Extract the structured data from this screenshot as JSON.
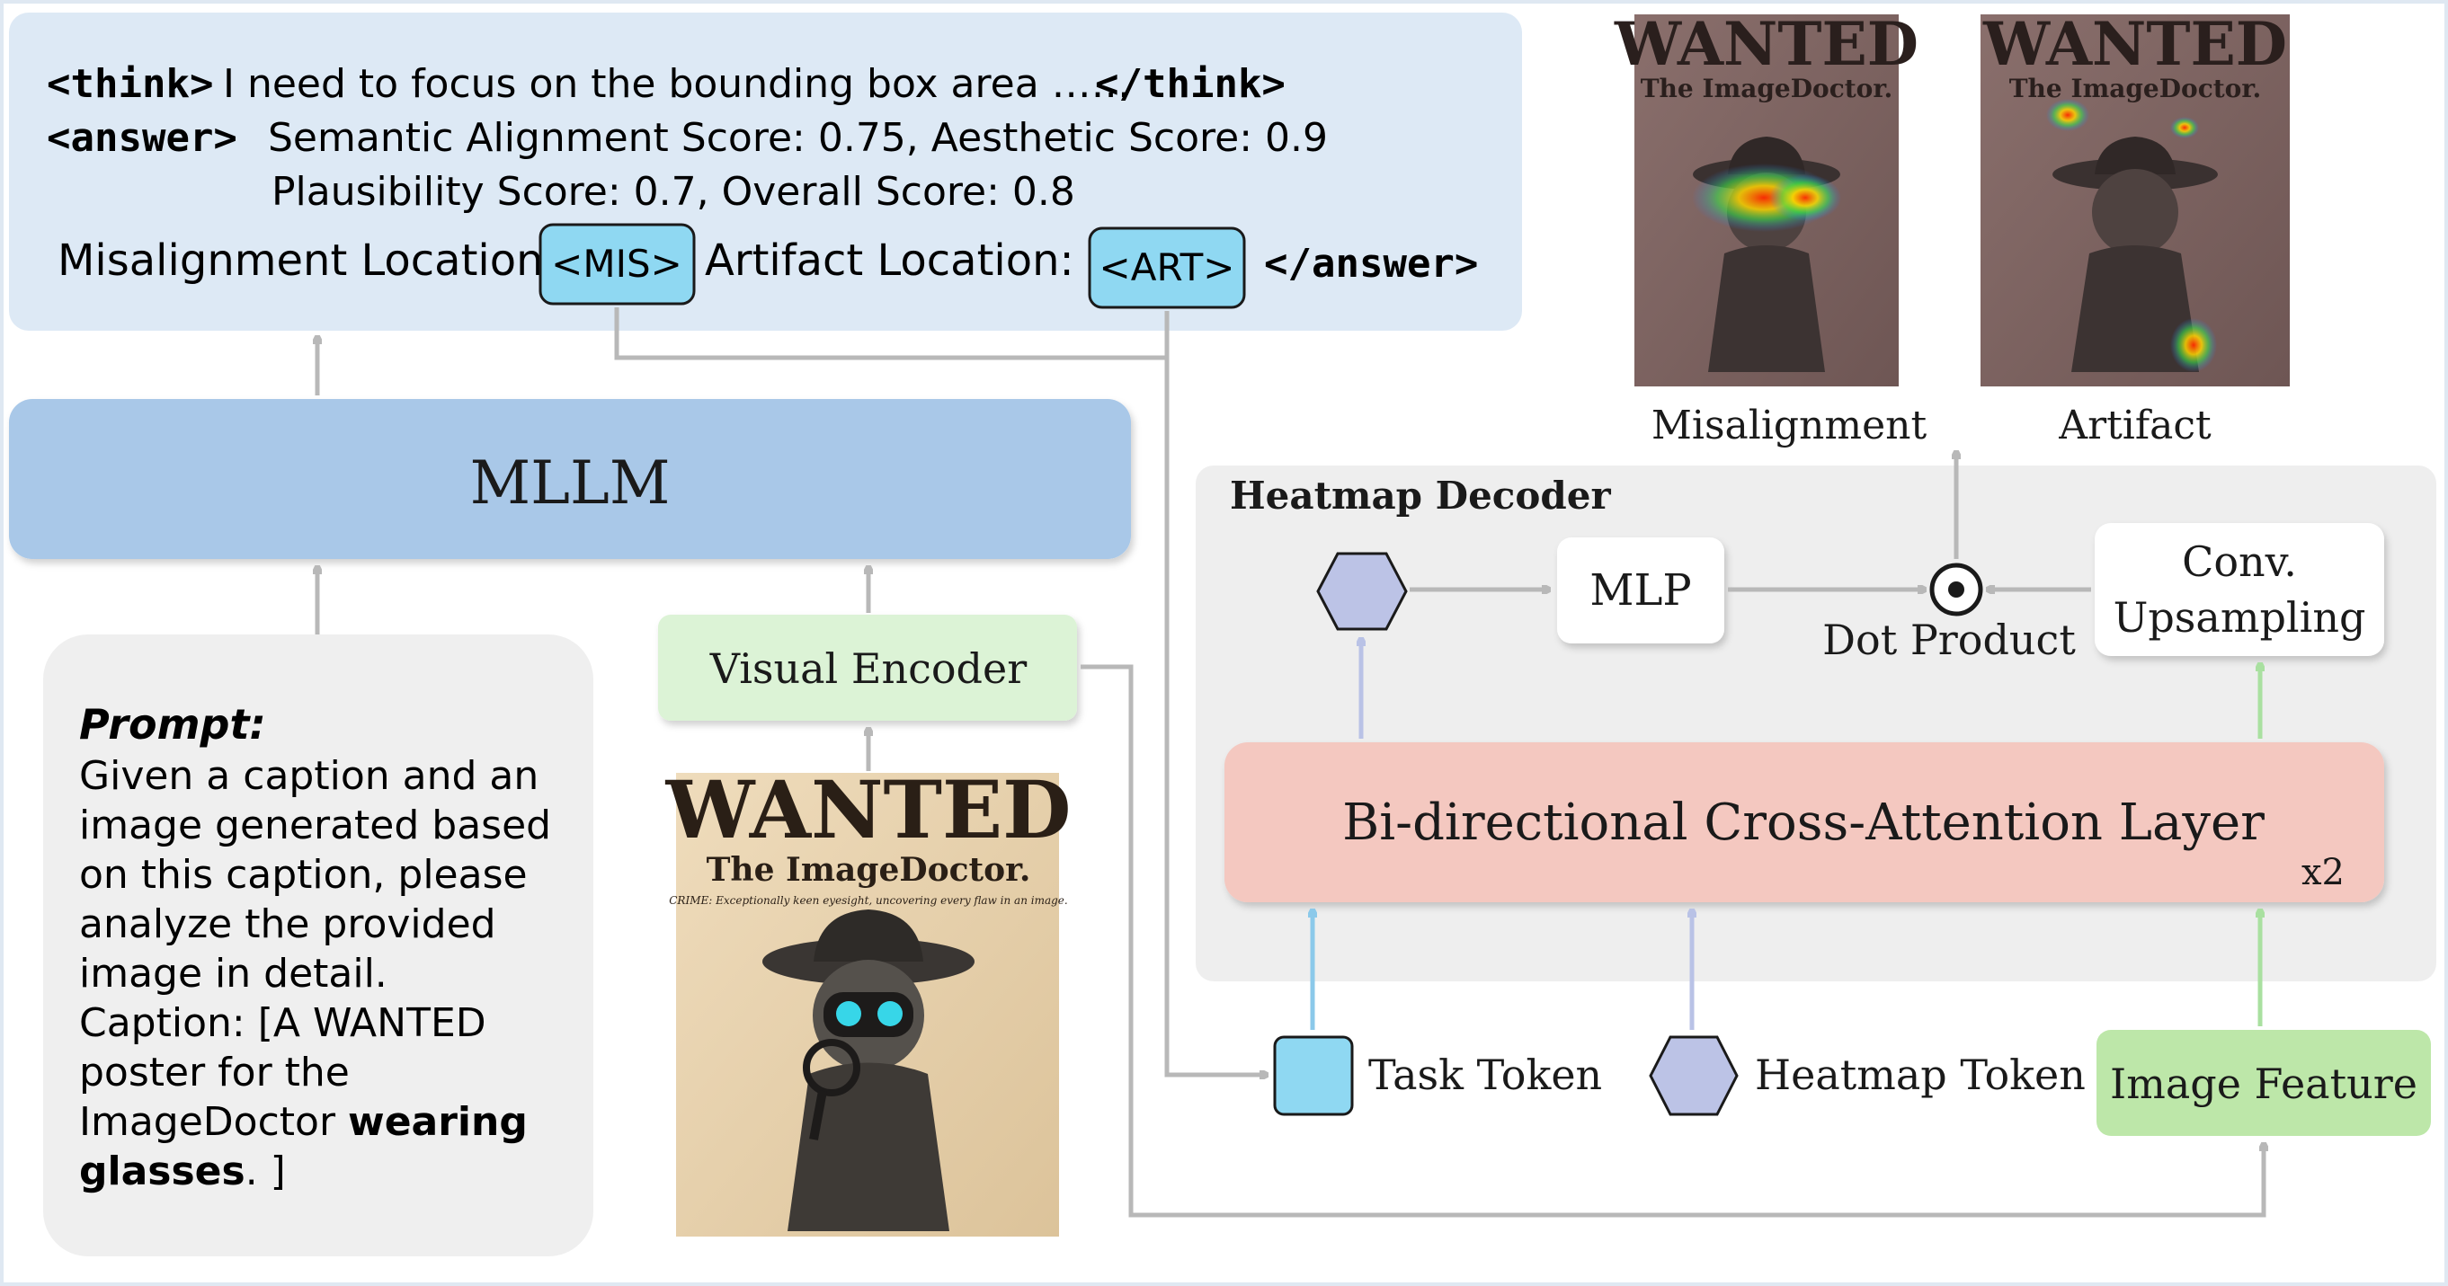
{
  "output_box": {
    "think_open": "<think>",
    "think_text": "I need to focus on the bounding box area ……",
    "think_close": "</think>",
    "answer_open": "<answer>",
    "answer_line1": "Semantic Alignment Score: 0.75, Aesthetic Score: 0.9",
    "answer_line2": "Plausibility Score: 0.7, Overall Score: 0.8",
    "mis_label": "Misalignment Location:",
    "mis_token": "<MIS>",
    "art_label": "Artifact Location:",
    "art_token": "<ART>",
    "answer_close": "</answer>"
  },
  "mllm_label": "MLLM",
  "visual_encoder_label": "Visual Encoder",
  "prompt": {
    "title": "Prompt:",
    "lines": [
      "Given a caption and an",
      "image generated based",
      "on this caption, please",
      "analyze the provided",
      "image in detail.",
      "Caption: [A WANTED",
      "poster for the"
    ],
    "line8_normal": "ImageDoctor ",
    "line8_bold": "wearing",
    "line9_bold": "glasses",
    "line9_normal": ". ]"
  },
  "poster": {
    "headline": "WANTED",
    "name": "The ImageDoctor.",
    "crime": "CRIME: Exceptionally keen eyesight, uncovering every flaw in an image."
  },
  "heatmaps": {
    "misalignment_caption": "Misalignment",
    "artifact_caption": "Artifact"
  },
  "decoder": {
    "title": "Heatmap Decoder",
    "mlp_label": "MLP",
    "dot_product_label": "Dot Product",
    "conv_line1": "Conv.",
    "conv_line2": "Upsampling",
    "cross_attention_label": "Bi-directional Cross-Attention Layer",
    "repeat_label": "x2"
  },
  "inputs": {
    "task_token_label": "Task Token",
    "heatmap_token_label": "Heatmap Token",
    "image_feature_label": "Image Feature"
  },
  "colors": {
    "output_box": "#dde9f5",
    "mllm": "#a9c8e8",
    "visual_encoder": "#dcf3d6",
    "prompt_box": "#efefef",
    "decoder_panel": "#eeeeee",
    "cross_attention": "#f4c8c0",
    "image_feature": "#bde7a9",
    "task_token": "#8fd8f2",
    "heatmap_token": "#bcc3e6",
    "arrow_gray": "#b8b8b8",
    "arrow_blue": "#8bc9ea",
    "arrow_purple": "#b9c2e6",
    "arrow_green": "#a9e0a0"
  }
}
